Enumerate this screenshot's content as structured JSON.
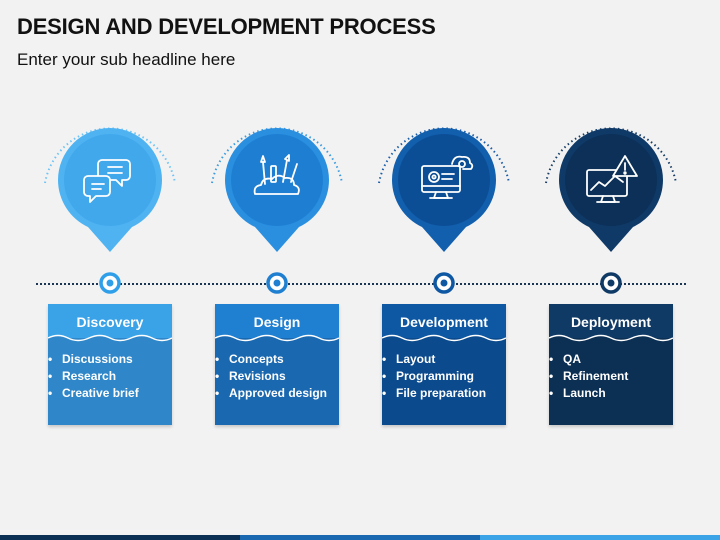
{
  "title": "DESIGN AND DEVELOPMENT PROCESS",
  "subtitle": "Enter your sub headline here",
  "steps": [
    {
      "title": "Discovery",
      "icon": "chat-bubbles-icon",
      "items": [
        "Discussions",
        "Research",
        "Creative brief"
      ],
      "colors": {
        "arc": "#6fc4f7",
        "ring": "#4fb3f2",
        "inner": "#41a8ec",
        "card_head": "#3aa3e8",
        "card_body": "#2f87c9",
        "dot": "#2e9fe8"
      }
    },
    {
      "title": "Design",
      "icon": "design-tools-icon",
      "items": [
        "Concepts",
        "Revisions",
        "Approved design"
      ],
      "colors": {
        "arc": "#3b9be0",
        "ring": "#2b8fe0",
        "inner": "#1e7fd2",
        "card_head": "#1f7fd0",
        "card_body": "#1a68b0",
        "dot": "#1f7fd0"
      }
    },
    {
      "title": "Development",
      "icon": "monitor-gear-icon",
      "items": [
        "Layout",
        "Programming",
        "File preparation"
      ],
      "colors": {
        "arc": "#1c5da8",
        "ring": "#125fae",
        "inner": "#0c4e96",
        "card_head": "#0d57a3",
        "card_body": "#0b4a8c",
        "dot": "#0d57a3"
      }
    },
    {
      "title": "Deployment",
      "icon": "monitor-alert-icon",
      "items": [
        "QA",
        "Refinement",
        "Launch"
      ],
      "colors": {
        "arc": "#173d66",
        "ring": "#0f3a68",
        "inner": "#0c3057",
        "card_head": "#103a66",
        "card_body": "#0c2f54",
        "dot": "#103a66"
      }
    }
  ],
  "bottom_bar_colors": [
    "#0c2f54",
    "#1a68b0",
    "#3aa3e8"
  ]
}
